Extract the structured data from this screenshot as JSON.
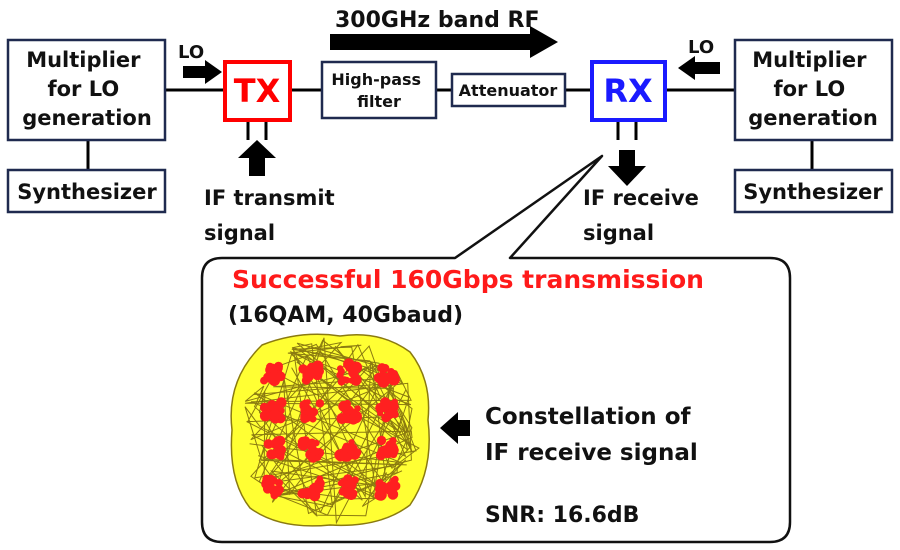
{
  "diagram": {
    "rf_band_label": "300GHz band RF",
    "left_multiplier": {
      "lines": [
        "Multiplier",
        "for LO",
        "generation"
      ]
    },
    "right_multiplier": {
      "lines": [
        "Multiplier",
        "for LO",
        "generation"
      ]
    },
    "left_synthesizer": "Synthesizer",
    "right_synthesizer": "Synthesizer",
    "lo_left": "LO",
    "lo_right": "LO",
    "tx": "TX",
    "rx": "RX",
    "high_pass_filter": {
      "lines": [
        "High-pass",
        "filter"
      ]
    },
    "attenuator": "Attenuator",
    "if_transmit": {
      "lines": [
        "IF transmit",
        "signal"
      ]
    },
    "if_receive": {
      "lines": [
        "IF receive",
        "signal"
      ]
    }
  },
  "callout": {
    "headline": "Successful 160Gbps transmission",
    "subline": "(16QAM, 40Gbaud)",
    "constellation_label": {
      "lines": [
        "Constellation of",
        "IF receive signal"
      ]
    },
    "snr": "SNR: 16.6dB"
  },
  "colors": {
    "tx": "#ff0000",
    "rx": "#1a1aff",
    "headline": "#ff1a1a",
    "box_border": "#1f2a4f",
    "constellation_cloud": "#ffff33",
    "constellation_points": "#ff2020",
    "constellation_trace": "#8a7a10"
  }
}
